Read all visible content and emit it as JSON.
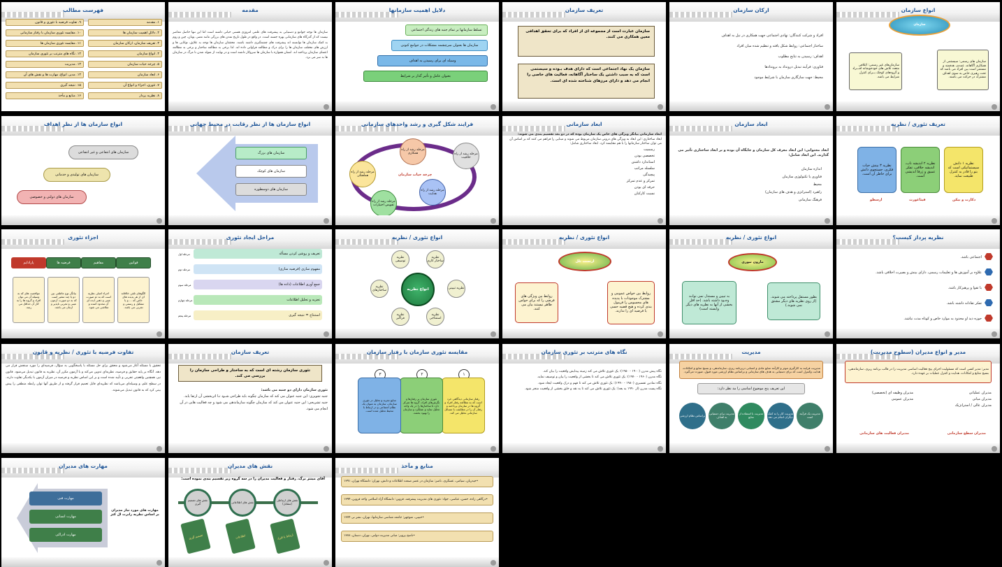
{
  "slides": [
    {
      "title": "انواع سازمان",
      "c1": "سازمان",
      "c2": "سازمان‌های غیر رسمی: ائتلافی متعدد تلاش های خودجوشانه افـــراد و گروه‌های کوچک بــرای کنترل شرایط می باشد.",
      "c3": "سازمان های رسمی: سیستمی از همکاری آگاهانه، عمدی، هدفمند و مستمر است بین افراد می باشد که تحت رهبری خاص به سوی اهداف مشترک در حرکت می باشند."
    },
    {
      "title": "ارکان سازمان",
      "lines": [
        "افراد و شرکت کنندگان: نهادی اجتماعی جهت همکاری در نیل به اهداف",
        "ساختار اجتماعی: روابط شکل یافته و تنظیم شده میان افراد",
        "اهداف: رسیدن به نتایج مطلوب",
        "فناوری: فرآیند تبدیل درونداد به برونداد‌ها",
        "محیط: جهت سازگاری سازمان با شرایط موجود"
      ]
    },
    {
      "title": "تعریف سازمان",
      "s1": "سازمان عبارت است از مجموعه ای از افراد که برای تحقق اهدافی معین همکاری می کنند.",
      "s2": "سازمان یک نهاد اجتماعی است که دارای هدف بـوده و سیستمی است که به سبب داشتن یک ساختار آگاهانه، فعالیت های خاصی را انجام می دهد و دارای مرزهای شناخته شده ای است."
    },
    {
      "title": "دلایل اهمیت سازمانها",
      "items": [
        "تسلط سازمانها بر تمام جنبه های زندگی اجتماعی",
        "سازمان ها بعنوان سرچشمه مشکلات در جوامع کنونی",
        "وسیله ای برای رسیدن به اهداف",
        "بعنوان عامل و تأثیر گذار بر شرایط"
      ]
    },
    {
      "title": "مقدمه",
      "text": "سازمان ها توجه جوامع و دستیابی به پیشرفت های علمی امروزی هستی حیاتی داشته است اما این تنها حاصل معاصر نیست که از گذرگاه های سازمانی بهره جسته است. در واقع در طول تاریخ تمدن های بزرگی مانند مصر، یونان، چین و روم به کمک سازمان ها توانسته اند پیشرفت های چشمگیری داشته باشند. محققان سازمان ها توجه به علایق، توانایی ها و ارزش های مختلف سازمان ها را برای درک و مطالعه فراوانی داده اند. لذا برخی به مطالعه ساختار و برخی به مطالعه اعضای سازمان پرداخته اند. انسان همواره با سازمان ها سروکار داشته است و در نهایت از متولد شدن تا مرگ در سازمان ها به سر می برد."
    },
    {
      "title": "فهرست مطالب",
      "col1": [
        "۱. مقدمه",
        "۲. دلائل اهمیت سازمان ها",
        "۳. تعریف سازمان، ارکان سازمان",
        "۴. انواع سازمان",
        "۵. چرخه حیات سازمان",
        "۶. ابعاد سازمان",
        "۷. تئوری، اجزاء و انواع آن",
        "۸. نظریه پرداز"
      ],
      "col2": [
        "۹. تفاوت فرضیه با تئوری و قانون",
        "۱۰. مقایسه تئوری سازمان با رفتار سازمانی",
        "۱۱. مقایسه تئوری سازمان ها",
        "۱۲. نگاه های مترتب بر تئوری سازمان",
        "۱۳. مدیریت",
        "۱۴. مدیر، انواع، مهارت ها و نقش های آن",
        "۱۵. نتیجه گیری",
        "۱۶. منابع و مآخذ"
      ]
    },
    {
      "title": "تعریف تئوری / نظریه",
      "b1": "نظریه ۱ دانش سیستماتیکی است که بتو را قادر به کنترل طبیعت نماید.",
      "b2": "نظریه ۲ اندیشه ناب، اندیشه خلاقی، تفکر عمیق و ژرفا اندیشی است.",
      "b3": "نظریه ۳ بینش حیات فکری، جستجوی دانش برای خاطر آن است.",
      "n1": "دکارت و بیکن",
      "n2": "فیثاغورث",
      "n3": "ارسطو"
    },
    {
      "title": "ابعاد سازمان",
      "intro": "ابعاد محتوایی: این ابعاد معرف کل سازمان و جایگاه آن بوده و بر ابعاد ساختاری تأثیر می گذارند. این ابعاد شامل:",
      "items": [
        "اندازه سازمان",
        "فناوری یا تکنولوژی سازمان",
        "محیط",
        "راهبرد (استراتژی و هدف های سازمان)",
        "فرهنگ سازمانی"
      ]
    },
    {
      "title": "ابعاد سازمانی",
      "intro": "ابعاد سازمانی بیانگر ویژگی های خاص یک سازمان بوده که در دو بعد تقسیم بندی می شوند:",
      "p2": "ابعاد ساختاری: این ابعاد به ویژگی های درونی سازمان مربوط می شوند و مبنایی را فراهم می کنند که بر اساس آن می توان ساختار سازمانها را با هم مقایسه کرد. ابعاد ساختاری شامل:",
      "items": [
        "رسمیت",
        "تخصصی بودن",
        "استاندارد داشتن",
        "سلسله مراتب",
        "پیچیدگی",
        "تمرکز و عدم تمرکز",
        "حرفه ای بودن",
        "نسبت کارکنان"
      ]
    },
    {
      "title": "فرایند شکل گیری و رشد واحدهای سازمانی",
      "center": "چرخه حیات سازمان",
      "c1": "مرحله رشد از راه خلاقیت",
      "c2": "مرحله رشد از راه هدایت",
      "c3": "مرحله رشد از راه تفویض اختیارات",
      "c4": "مرحله رشد از راه هماهنگی",
      "c5": "مرحله رشد از راه همکاری"
    },
    {
      "title": "انواع سازمان ها از نظر رقابت در محیط جهانی",
      "items": [
        "سازمان های بزرگ",
        "سازمان های کوچک",
        "سازمان های دوسطوره"
      ]
    },
    {
      "title": "انواع سازمان ها از نظر اهداف",
      "items": [
        "سازمان های انتفاعی و غیر انتفاعی",
        "سازمان های تولیدی و خدماتی",
        "سازمان های دولتی و خصوصی"
      ]
    },
    {
      "title": "نظریه پرداز کیست؟",
      "items": [
        "اجتماعی باشد.",
        "علاوه بر آموزش ها و تعلیمات رسمی، دارای بینش و بصیرت اخلاقی باشد.",
        "با تقوا و پرهیزکار باشد.",
        "تفکر تقادانه داشته باشد.",
        "حوزه دید او محدود به موارد خاص و کوتاه مدت نباشد."
      ]
    },
    {
      "title": "انواع تئوری / نظریه",
      "top": "مارون تیوری",
      "left": "به تبیین و مستدل نمی نوانـد وجـود داشته باشد. (حد اقل بخشی از آنها به نظریه های دیگر وابسته است)",
      "right": "بطور مستقل پرداخته می شوند. (از روی نظریه های دیگر مشتق نمی شوند.)"
    },
    {
      "title": "انواع تئوری / نظریه",
      "top": "ارتست ثلل",
      "left": "روابط بین ویژگی های فرضی را که برای حواس ظاهر نیستند بیان می کنند.",
      "right": "روابط بین خواص عمومی و مشترک موجودات با پدیده های محسوس را فرمول بندی کرده و هیچ قضیه حسی یا فرضیه ای را ندارند."
    },
    {
      "title": "انواع تئوری / نظریه",
      "center": "انواع نظریه",
      "n1": "نظریه توصیفی",
      "n2": "نظریه ساختار کاری",
      "n3": "نظریه تبیینی",
      "n4": "نظریه استنتاجی",
      "n5": "نظریه فراگیر",
      "n6": "نظریه ساختارهای"
    },
    {
      "title": "مراحل ایجاد تئوری",
      "items": [
        "تعریف و روشن کردن مسأله",
        "مفهوم سازی (فرضیه سازی)",
        "جمع آوری اطلاعات (داده ها)",
        "تجزیه و تحلیل اطلاعات",
        "استنتاج = نتیجه گیری"
      ],
      "steps": [
        "مرحله اول",
        "مرحله دوم",
        "مرحله سوم",
        "مرحله چهارم",
        "مرحله پنجم"
      ]
    },
    {
      "title": "اجزاء تئوری",
      "a1": "قوانین",
      "a2": "مفاهیم",
      "a3": "فرضیه ها",
      "a4": "پارادایم",
      "b1": "الگوهای تلقیِ خلاقانه ای از هر پدیده های خاص که ... و یا تشکیل و رسمی و تجربی می باشد.",
      "b2": "اجزاء اصلی نظریه است که به دو صورت عینی و ذهنی ایده ای آن محدود کننده و متلاشی می شود.",
      "b3": "بیانگر نوع عاطفی بین دو یا چند متغیر است که به دو صورت آزمون عینی و تجربی ناپذیر و ازمان می باشد.",
      "b4": "مواقعیت های که به وسیله آن می توان افراد و گروه ها را به کار آن حداقل می رسد."
    },
    {
      "title": "مدیر و انواع مدیران (سطوح مدیریت)",
      "top": "مدیر: مدیر کسی است که مسئولیت اجرای پنج فعالیت اساسی مدیریت را در قالب برنامه ریزی، سازماندهی، بسیج منابع و امکانات، هدایت و کنترل عملیات بر عهده دارد.",
      "right": [
        "مدیران عملیاتی",
        "مدیران میانی",
        "مدیران عالی / استراتژیک"
      ],
      "left": [
        "مدیران وظیفه ای (تخصصی)",
        "مدیران عمومی"
      ],
      "l1": "مدیران سطح سازمانی",
      "l2": "مدیران فعالیت های سازمانی"
    },
    {
      "title": "مدیریت",
      "intro": "مدیریت فرایند به کارگیری موثر و کارآمد منابع مادی و انسانی دربرنامه ریزی، سازماندهی، و بسیج منابع و امکانات، هدایت وکنترل است که برای دستیابی به هدف های سازمانی و براساس نظام ارزشی مورد قبول، صورت می‌گیرد.",
      "sub": "این تعریف پنج موضوع اساسی را مد نظر دارد:",
      "circles": [
        "مدیریت یک فرآیند است",
        "مدیریت کار را به کمک دیگران انجام می دهد",
        "مدیریت با استفاده از منابع",
        "مدیریت برای دستیابی به اهداف",
        "براساس نظام ارزشی"
      ]
    },
    {
      "title": "نگاه های مترتب بر تئوری سازمان",
      "items": [
        "نگاه پیش مدرن (۱۹۰۰ - ۱۹۵۰): یک تئوری تلاش می کند زمینه پیدایش واقعیت را بیان کند.",
        "نگاه مدرن (۱۹۶۰ - ۱۹۷۰): یک تئوری تلاش می کند تا بخشی از واقعیت را بیان و توصیف نماید.",
        "نگاه نمادین تفسیری (۱۹۸۰ - ۱۹۹۰): یک تئوری تلاش می کند تا فهم و درک واقعیت ایجاد شود.",
        "نگاه پست مدرن (از ۱۹۹۰ به بعد): یک تئوری تلاش می کند تا به نقد و خلق بخشی از واقعیت منجر شود."
      ]
    },
    {
      "title": "مقایسه تئوری سازمان با رفتار سازمان",
      "b1": "رفتار سازمانی دیدگاهی خرد است که به مطالعه رفتار افراد و گروه ها در سازمان پرداخته و رفتار آن را در مطابقت با مسائل سازمانی تحلیل می کند.",
      "b2": "تئوری سازمان بر رفتارها و نگرش‌های افراد، گروه ها تمرکز دارد تا ساختارها را در یک واحد تحلیل نماید و عملکرد و سازمان را بهبود بخشد.",
      "b3": "منابع تجزیه و تحلیل در تئوری سازمان، سازمان به عنوان یک نظام اجتماعی و در ارتباط با محیط تحلیل شده است.",
      "n": [
        "۱",
        "۲",
        "۳"
      ]
    },
    {
      "title": "تعریف سازمان",
      "scroll": "تئوری سازمان رشته ای است که به ساختار و طراحی سازمان را بررسی می کند.",
      "p1": "تئوری سازمان دارای دو جنبه می باشد:",
      "p2": "جنبه تجویزی: این جنبه عنوان می کند که سازمان چگونه باید طراحی شـود تـا اثربخشی آن ارتقا یابد.",
      "p3": "جنبه تشریحی: این جنبه عنوان می کند که سازمان چگونه سازماندهی می شود و چه فعالیت هایی در آن انجام می شود."
    },
    {
      "title": "تفاوت فرضیه با تئوری / نظریه و قانون",
      "text": "تحقیق با مسئله آغاز می‌شود و محقق برای حل مسئله با پاسخگویی به سؤال، فرضیه‌ای را مورد سنجش قرار می دهد. آنگاه بر پایه حقایق و فرضیه، نظریه‌ای تدوین می‌کند و با آزمون مکرر آن، نظریه به قانون تبدیل می‌شود. قانون نیز، همچنین واقعیتی تجربی و تأیید شده است و بر این اساس نظریه و فرضیه در میزان آزمون با یکدیگر تفاوت دارند. در سطح علم، و وسیله‌ای می‌باشد که نظریه‌ای قابل تعمیم قرار گرفته و از طریق آنها توان رابطه منطقی را پیش بینی کرد که به قانون تبدیل می‌شوند."
    },
    {
      "title": "منابع و مآخذ",
      "items": [
        "•حیدریان، سیامی، عسگری، ناصر: سازمان در عصر صنعت اطلاعات و دانش، تهران: دانشگاه تهران، ۱۳۹۱",
        "•درگاهی زاده، حسن، عباسی، جواد: تئوری های مدیریت پیشرفته، قزوین: دانشگاه آزاد اسلامی واحد قزوین، ۱۳۹۴",
        "•حبیبی، منوچهر: جامعه شناسی سازمانها، تهران، نشر نی ۱۳۷۴",
        "•ناصح پرویز: مبانی مدیریت دولتی، تهران، دستان، ۱۳۷۸"
      ]
    },
    {
      "title": "نقش های مدیران",
      "intro": "آقای مینتز برگ، رفتار و فعالیت مدیران را در سه گروه زیر تقسیم بندی نموده است:",
      "circles": [
        "نقش های ارتباطی (متقابل)",
        "نقش های اطلاعاتی",
        "نقش های تصمیم گیری"
      ],
      "tags": [
        "ارتباط با افراد",
        "اطلاعات",
        "تصمیم گیری"
      ]
    },
    {
      "title": "مهارت های مدیران",
      "items": [
        "مهارت فنی",
        "مهارت انسانی",
        "مهارت ادراکی"
      ],
      "note": "مهارت های مورد نیاز مدیران بر اساس نظریه رابرت ال کتز"
    }
  ]
}
